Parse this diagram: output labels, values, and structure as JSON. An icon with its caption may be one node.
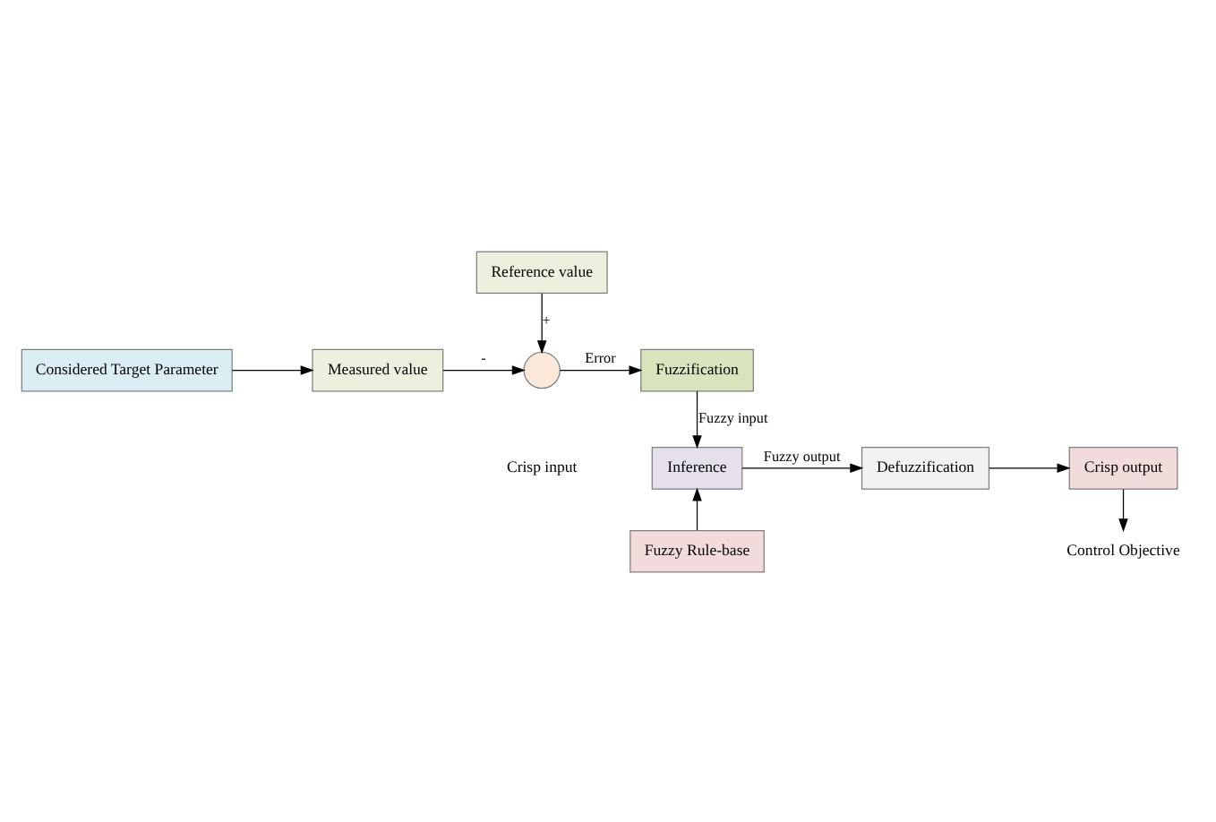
{
  "diagram": {
    "nodes": [
      {
        "text": [
          "Considered Target Parameter"
        ]
      },
      {
        "text": [
          "Measured value"
        ]
      },
      {
        "text": [
          "Reference value"
        ]
      },
      {
        "text": [],
        "shape": "circle"
      },
      {
        "text": [
          "Fuzzification"
        ]
      },
      {
        "text": [
          "Inference"
        ]
      },
      {
        "text": [
          "Defuzzification"
        ]
      },
      {
        "text": [
          "Crisp output"
        ]
      },
      {
        "text": [
          "Control Objective"
        ]
      },
      {
        "text": [
          "Fuzzy Rule-base"
        ]
      }
    ],
    "edges": [
      {
        "from": 0,
        "to": 1,
        "arrow": "to"
      },
      {
        "from": 1,
        "to": 3,
        "arrow": "to",
        "label": "-"
      },
      {
        "from": 2,
        "to": 3,
        "arrow": "to",
        "label": "+"
      },
      {
        "from": 3,
        "to": 4,
        "arrow": "to",
        "label": "Error"
      },
      {
        "from": 4,
        "to": 5,
        "arrow": "to",
        "label": "Fuzzy input"
      },
      {
        "from": 5,
        "to": 6,
        "arrow": "to",
        "label": "Fuzzy output"
      },
      {
        "from": 6,
        "to": 7,
        "arrow": "to"
      },
      {
        "from": 7,
        "to": 8,
        "arrow": "to"
      },
      {
        "from": 9,
        "to": 5,
        "arrow": "to"
      }
    ],
    "labels": [
      "Crisp input"
    ]
  }
}
